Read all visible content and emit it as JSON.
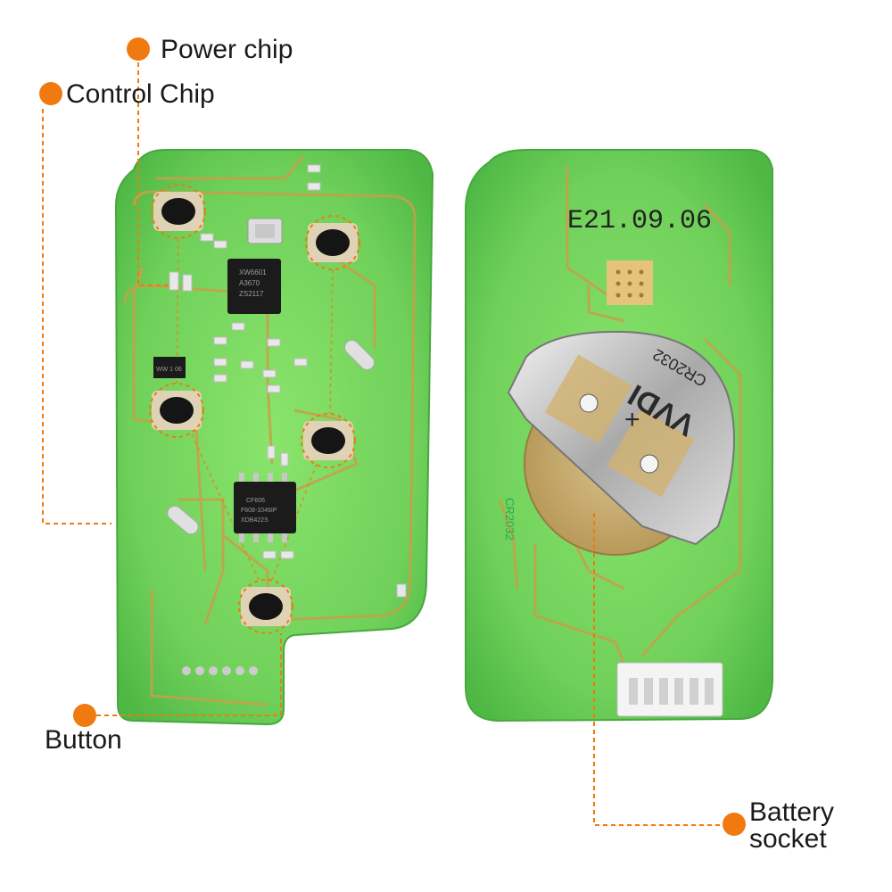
{
  "callouts": {
    "power_chip": "Power chip",
    "control_chip": "Control Chip",
    "button": "Button",
    "battery_socket_line1": "Battery",
    "battery_socket_line2": "socket"
  },
  "board_text": {
    "date_code": "E21.09.06",
    "battery_model": "CR2032",
    "battery_model_side": "CR2032",
    "brand": "VVDI",
    "polarity": "+",
    "power_chip_marking_1": "XW6601",
    "power_chip_marking_2": "A3670",
    "power_chip_marking_3": "ZS2117",
    "control_chip_marking_1": "CF606",
    "control_chip_marking_2": "F608-1046IP",
    "control_chip_marking_3": "XDB422S",
    "diode_marking": "WW 1 06"
  },
  "colors": {
    "accent": "#f07a10",
    "pcb_green": "#6fd05a",
    "trace": "#c7a04a",
    "chip": "#1b1b1b",
    "text": "#1a1a1a"
  }
}
